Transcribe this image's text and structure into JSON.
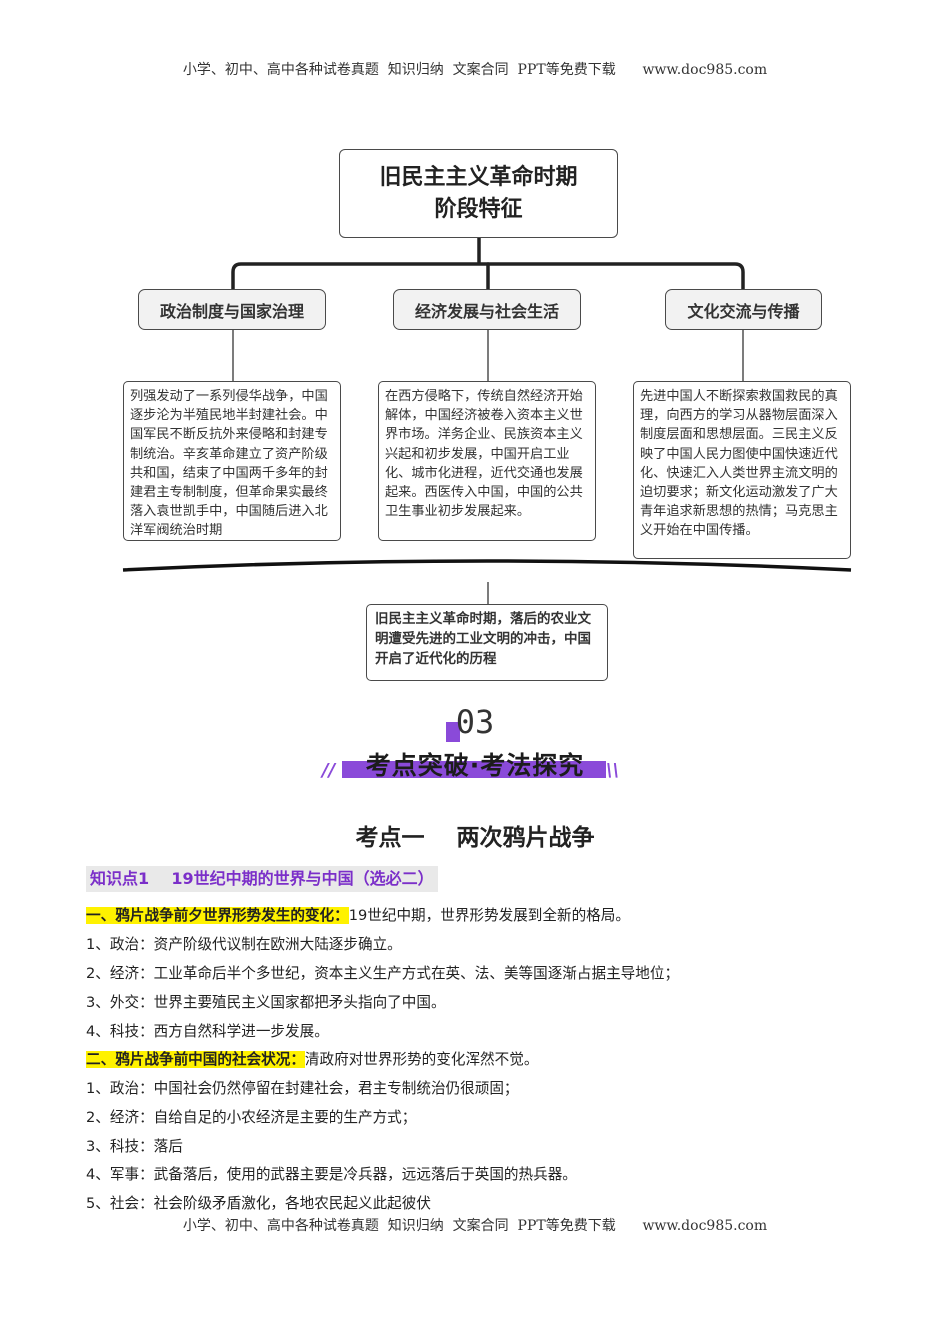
{
  "header": {
    "text": "小学、初中、高中各种试卷真题  知识归纳  文案合同  PPT等免费下载      www.doc985.com"
  },
  "footer": {
    "text": "小学、初中、高中各种试卷真题  知识归纳  文案合同  PPT等免费下载      www.doc985.com"
  },
  "diagram": {
    "root": {
      "line1": "旧民主主义革命时期",
      "line2": "阶段特征"
    },
    "categories": [
      {
        "title": "政治制度与国家治理",
        "text": "列强发动了一系列侵华战争，中国逐步沦为半殖民地半封建社会。中国军民不断反抗外来侵略和封建专制统治。辛亥革命建立了资产阶级共和国，结束了中国两千多年的封建君主专制制度，但革命果实最终落入袁世凯手中，中国随后进入北洋军阀统治时期"
      },
      {
        "title": "经济发展与社会生活",
        "text": "在西方侵略下，传统自然经济开始解体，中国经济被卷入资本主义世界市场。洋务企业、民族资本主义兴起和初步发展，中国开启工业化、城市化进程，近代交通也发展起来。西医传入中国，中国的公共卫生事业初步发展起来。"
      },
      {
        "title": "文化交流与传播",
        "text": "先进中国人不断探索救国救民的真理，向西方的学习从器物层面深入制度层面和思想层面。三民主义反映了中国人民力图使中国快速近代化、快速汇入人类世界主流文明的迫切要求；新文化运动激发了广大青年追求新思想的热情；马克思主义开始在中国传播。"
      }
    ],
    "summary": "旧民主主义革命时期，落后的农业文明遭受先进的工业文明的冲击，中国开启了近代化的历程"
  },
  "section": {
    "number": "03",
    "title": "考点突破·考法探究"
  },
  "kaodian": {
    "title": "考点一    两次鸦片战争"
  },
  "knowledge_point": {
    "title": "知识点1    19世纪中期的世界与中国（选必二）"
  },
  "content": {
    "heading1": {
      "label": "一、鸦片战争前夕世界形势发生的变化：",
      "text": "19世纪中期，世界形势发展到全新的格局。"
    },
    "items1": [
      "1、政治：资产阶级代议制在欧洲大陆逐步确立。",
      "2、经济：工业革命后半个多世纪，资本主义生产方式在英、法、美等国逐渐占据主导地位；",
      "3、外交：世界主要殖民主义国家都把矛头指向了中国。",
      "4、科技：西方自然科学进一步发展。"
    ],
    "heading2": {
      "label": "二、鸦片战争前中国的社会状况：",
      "text": "清政府对世界形势的变化浑然不觉。"
    },
    "items2": [
      "1、政治：中国社会仍然停留在封建社会，君主专制统治仍很顽固；",
      "2、经济：自给自足的小农经济是主要的生产方式；",
      "3、科技：落后",
      "4、军事：武备落后，使用的武器主要是冷兵器，远远落后于英国的热兵器。",
      "5、社会：社会阶级矛盾激化，各地农民起义此起彼伏"
    ]
  }
}
